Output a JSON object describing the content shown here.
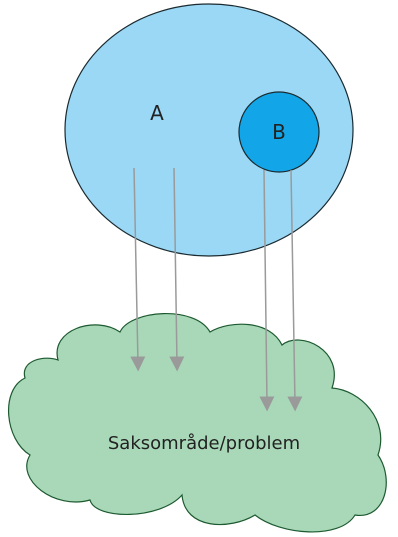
{
  "labels": {
    "set_a": "A",
    "set_b": "B",
    "domain": "Saksområde/problem"
  },
  "colors": {
    "outer_ellipse": "#9bd8f5",
    "inner_circle": "#12a6e8",
    "cloud": "#a8d8b8",
    "arrow": "#9a9a9a",
    "outline": "#1a2a30",
    "cloud_outline": "#1d5a30"
  }
}
